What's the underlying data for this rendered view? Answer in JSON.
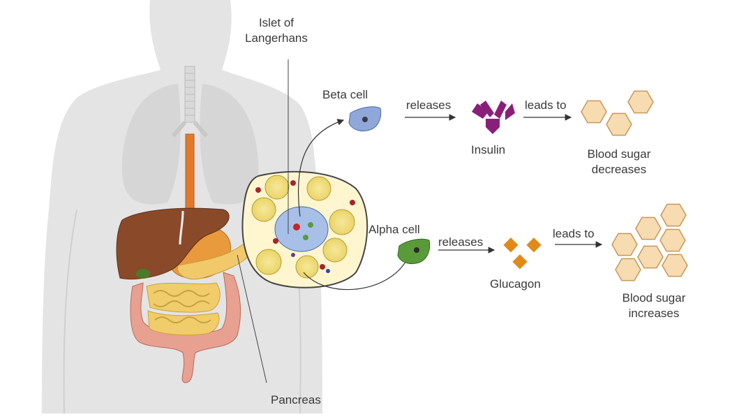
{
  "labels": {
    "islet": [
      "Islet of",
      "Langerhans"
    ],
    "pancreas": "Pancreas",
    "beta_cell": "Beta cell",
    "alpha_cell": "Alpha cell",
    "releases_top": "releases",
    "releases_bottom": "releases",
    "leads_to_top": "leads to",
    "leads_to_bottom": "leads to",
    "insulin": "Insulin",
    "glucagon": "Glucagon",
    "bs_decreases": [
      "Blood sugar",
      "decreases"
    ],
    "bs_increases": [
      "Blood sugar",
      "increases"
    ]
  },
  "colors": {
    "body": "#e4e4e4",
    "liver": "#8a4a2a",
    "stomach": "#e89a3c",
    "intestine": "#f0cd6a",
    "colon": "#e8a090",
    "esophagus": "#e07a2a",
    "beta_cell": "#8fa8d8",
    "alpha_cell": "#5a9a3a",
    "insulin": "#8a1f7a",
    "glucagon": "#e08a1a",
    "sugar_fill": "#f6dcb0",
    "sugar_stroke": "#c9965a"
  }
}
